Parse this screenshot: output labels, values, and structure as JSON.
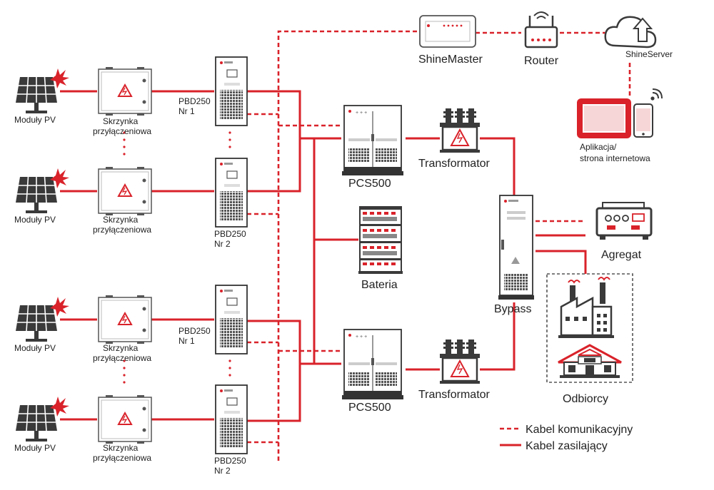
{
  "colors": {
    "red": "#d9222a",
    "dark": "#3a3a3a",
    "grey": "#c8c8c8"
  },
  "labels": {
    "pv": "Moduły PV",
    "combiner_line1": "Skrzynka",
    "combiner_line2": "przyłączeniowa",
    "pbd_line1": "PBD250",
    "pbd_nr1": "Nr 1",
    "pbd_nr2": "Nr 2",
    "pcs": "PCS500",
    "battery": "Bateria",
    "transformer": "Transformator",
    "bypass": "Bypass",
    "shinemaster": "ShineMaster",
    "router": "Router",
    "shineserver": "ShineServer",
    "app_line1": "Aplikacja/",
    "app_line2": "strona internetowa",
    "generator": "Agregat",
    "consumers": "Odbiorcy"
  },
  "legend": {
    "comm": "Kabel komunikacyjny",
    "power": "Kabel zasilający"
  },
  "icons": [
    "solar-panel-icon",
    "combiner-box-icon",
    "pbd-cabinet-icon",
    "pcs-cabinet-icon",
    "battery-rack-icon",
    "transformer-icon",
    "bypass-cabinet-icon",
    "shinemaster-icon",
    "router-icon",
    "cloud-upload-icon",
    "tablet-icon",
    "smartphone-icon",
    "wifi-icon",
    "generator-icon",
    "factory-icon",
    "house-icon"
  ]
}
